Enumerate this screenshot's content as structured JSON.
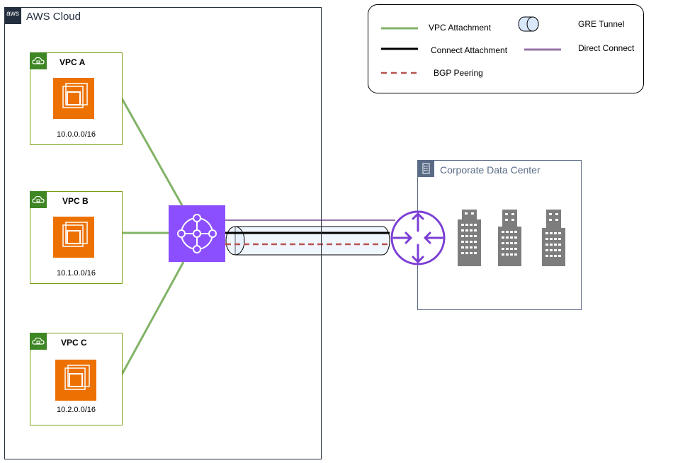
{
  "cloud": {
    "title": "AWS Cloud",
    "logo_text": "aws"
  },
  "vpcs": [
    {
      "name": "VPC A",
      "cidr": "10.0.0.0/16"
    },
    {
      "name": "VPC B",
      "cidr": "10.1.0.0/16"
    },
    {
      "name": "VPC C",
      "cidr": "10.2.0.0/16"
    }
  ],
  "data_center": {
    "title": "Corporate Data Center"
  },
  "legend": {
    "vpc_attachment": "VPC Attachment",
    "connect_attachment": "Connect Attachment",
    "bgp_peering": "BGP Peering",
    "gre_tunnel": "GRE Tunnel",
    "direct_connect": "Direct Connect"
  },
  "colors": {
    "vpc_attachment": "#82b366",
    "connect_attachment": "#000000",
    "bgp_peering": "#b85450",
    "direct_connect": "#9673a6",
    "gre_tunnel_fill": "#dae8fc",
    "transit_gateway": "#8c4fff",
    "router": "#7b3fd4",
    "building": "#7d7d7d",
    "vpc_border": "#7aa116",
    "ec2": "#ed7100"
  },
  "icons": {
    "cloud_logo": "aws-logo-icon",
    "vpc_badge": "vpc-cloud-lock-icon",
    "ec2": "ec2-instance-icon",
    "transit_gateway": "transit-gateway-icon",
    "router": "router-icon",
    "building": "office-building-icon",
    "data_center_badge": "corporate-building-icon"
  }
}
